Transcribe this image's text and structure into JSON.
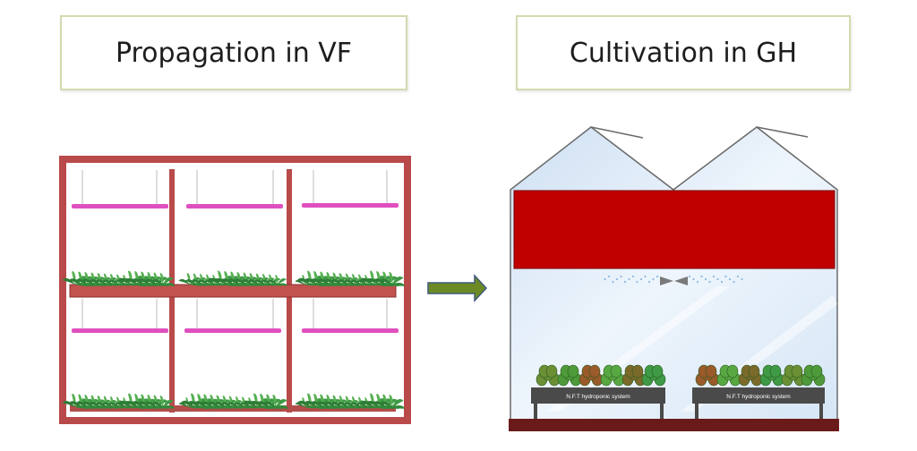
{
  "titles": {
    "left": "Propagation in VF",
    "right": "Cultivation in GH"
  },
  "labels": {
    "nft_left": "N.F.T hydroponic system",
    "nft_right": "N.F.T hydroponic system"
  },
  "icons": [
    "led-grow-light-icon",
    "seedling-tray-icon",
    "arrow-right-icon",
    "greenhouse-icon",
    "mist-nozzle-icon",
    "lettuce-plant-icon"
  ],
  "colors": {
    "vf_frame": "#b94a4a",
    "vf_frame_dark": "#8f2f2f",
    "led": "#e04fc0",
    "leaf": "#2f8a3a",
    "arrow": "#6b8a25",
    "greenhouse_glass": "#dce9f6",
    "screen": "#c00000",
    "ground": "#6b1a1a",
    "nft_channel": "#4a4a4a"
  }
}
